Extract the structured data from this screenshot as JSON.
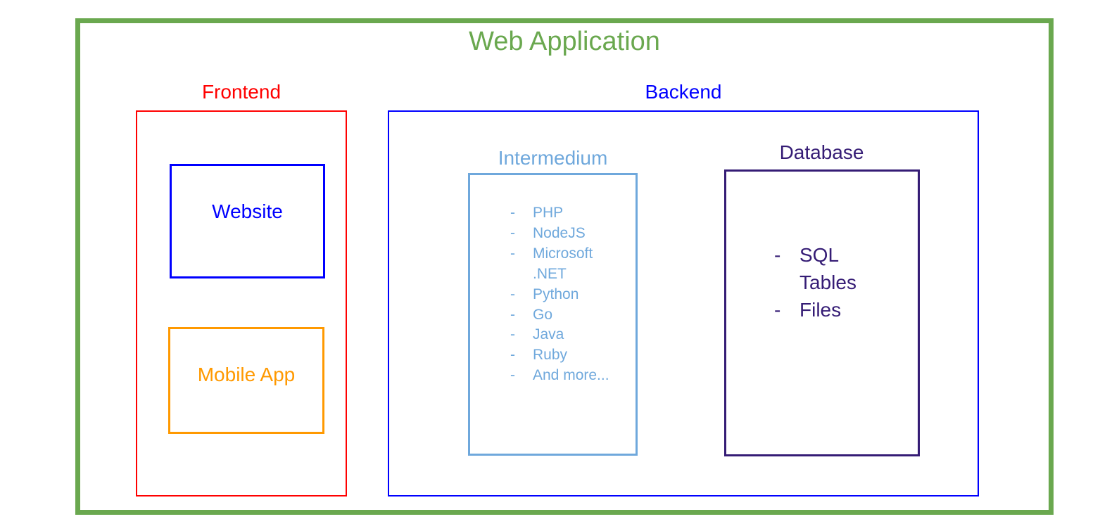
{
  "title": "Web Application",
  "frontend": {
    "title": "Frontend",
    "website": "Website",
    "mobile_app": "Mobile App"
  },
  "backend": {
    "title": "Backend",
    "intermedium": {
      "title": "Intermedium",
      "items": [
        "PHP",
        "NodeJS",
        "Microsoft .NET",
        "Python",
        "Go",
        "Java",
        "Ruby",
        "And more..."
      ]
    },
    "database": {
      "title": "Database",
      "items": [
        "SQL Tables",
        "Files"
      ]
    }
  },
  "colors": {
    "web_application": "#6aa84f",
    "frontend": "#ff0000",
    "website": "#0000ff",
    "mobile_app": "#ff9900",
    "backend": "#0000ff",
    "intermedium": "#6fa8dc",
    "database": "#351c75"
  }
}
